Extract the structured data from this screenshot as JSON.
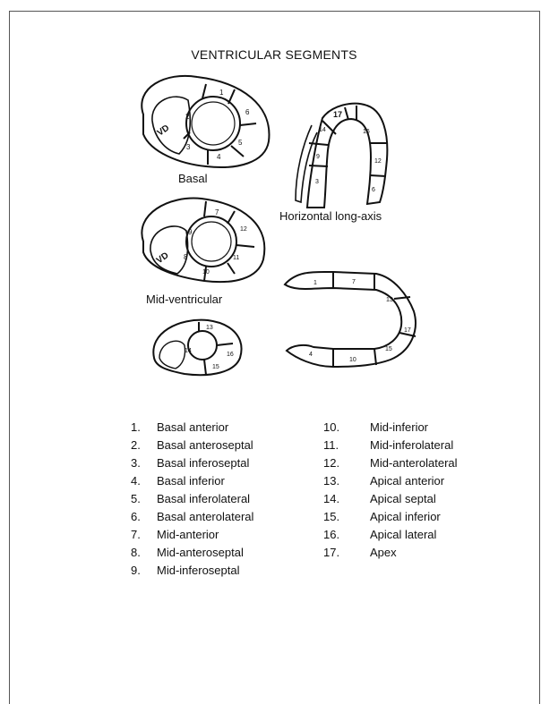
{
  "title": "VENTRICULAR SEGMENTS",
  "captions": {
    "basal": "Basal",
    "mid": "Mid-ventricular",
    "hla": "Horizontal long-axis"
  },
  "diagram_labels": {
    "rv": "VD",
    "basal_segments": [
      "1",
      "2",
      "3",
      "4",
      "5",
      "6"
    ],
    "mid_segments": [
      "7",
      "8",
      "9",
      "10",
      "11",
      "12"
    ],
    "apical_segments": [
      "13",
      "14",
      "15",
      "16"
    ],
    "hla_segments": [
      "17",
      "14",
      "16",
      "9",
      "12",
      "3",
      "6"
    ],
    "vla_segments": [
      "1",
      "7",
      "13",
      "17",
      "4",
      "10",
      "15"
    ]
  },
  "legend": {
    "left": [
      {
        "num": "1.",
        "label": "Basal anterior"
      },
      {
        "num": "2.",
        "label": "Basal anteroseptal"
      },
      {
        "num": "3.",
        "label": "Basal inferoseptal"
      },
      {
        "num": "4.",
        "label": "Basal inferior"
      },
      {
        "num": "5.",
        "label": "Basal inferolateral"
      },
      {
        "num": "6.",
        "label": "Basal anterolateral"
      },
      {
        "num": "7.",
        "label": "Mid-anterior"
      },
      {
        "num": "8.",
        "label": "Mid-anteroseptal"
      },
      {
        "num": "9.",
        "label": "Mid-inferoseptal"
      }
    ],
    "right": [
      {
        "num": "10.",
        "label": "Mid-inferior"
      },
      {
        "num": "11.",
        "label": "Mid-inferolateral"
      },
      {
        "num": "12.",
        "label": "Mid-anterolateral"
      },
      {
        "num": "13.",
        "label": "Apical anterior"
      },
      {
        "num": "14.",
        "label": "Apical septal"
      },
      {
        "num": "15.",
        "label": "Apical inferior"
      },
      {
        "num": "16.",
        "label": "Apical lateral"
      },
      {
        "num": "17.",
        "label": "Apex"
      }
    ]
  }
}
